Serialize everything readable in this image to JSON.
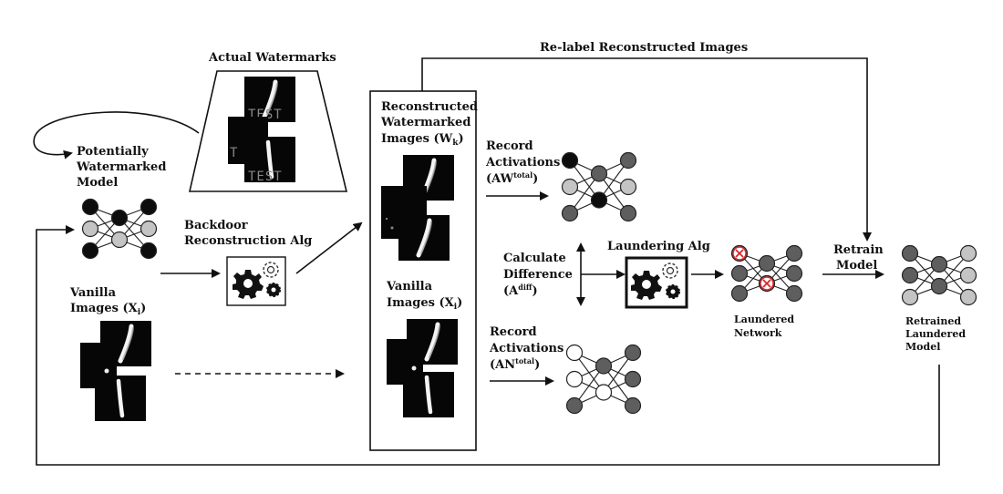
{
  "labels": {
    "actual_watermarks": "Actual Watermarks",
    "relabel": "Re-label Reconstructed Images",
    "potentially": [
      "Potentially",
      "Watermarked",
      "Model"
    ],
    "backdoor": [
      "Backdoor",
      "Reconstruction Alg"
    ],
    "vanilla_left": [
      "Vanilla",
      "Images (X"
    ],
    "vanilla_left_sub": "i",
    "reconstructed": [
      "Reconstructed",
      "Watermarked",
      "Images (W"
    ],
    "reconstructed_sub": "k",
    "vanilla_mid": [
      "Vanilla",
      "Images (X"
    ],
    "vanilla_mid_sub": "i",
    "record_aw": [
      "Record",
      "Activations",
      "(AW"
    ],
    "record_aw_sup": "total",
    "record_an": [
      "Record",
      "Activations",
      "(AN"
    ],
    "record_an_sup": "total",
    "calculate": [
      "Calculate",
      "Difference",
      "(A"
    ],
    "calculate_sup": "diff",
    "laundering_alg": "Laundering Alg",
    "laundered_network": [
      "Laundered",
      "Network"
    ],
    "retrain": [
      "Retrain",
      "Model"
    ],
    "retrained": [
      "Retrained",
      "Laundered",
      "Model"
    ],
    "test_text": "TEST",
    "close_paren": ")"
  },
  "colors": {
    "black": "#0d0d0d",
    "dark_gray": "#5e5e5e",
    "light_gray": "#c4c4c4",
    "white": "#ffffff",
    "red": "#d9262b"
  },
  "icons": [
    "gear-icon",
    "x-mark-icon",
    "digit-image"
  ]
}
